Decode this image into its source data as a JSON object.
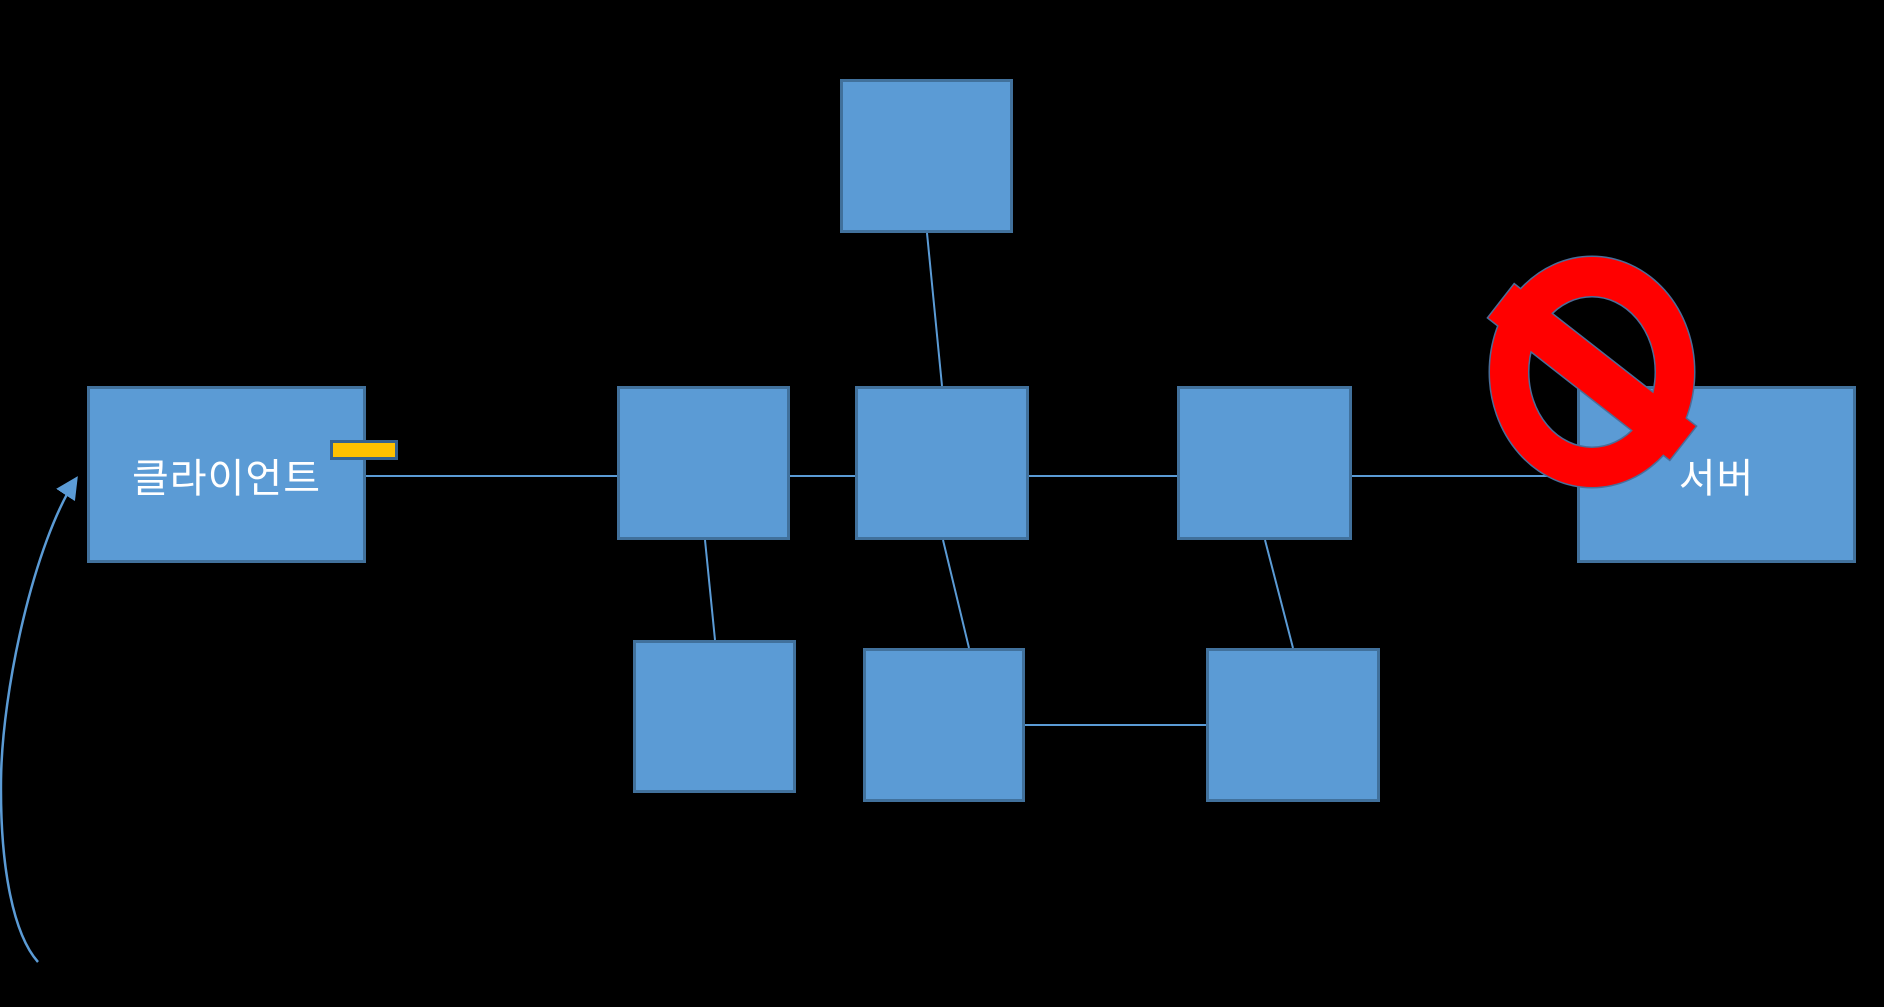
{
  "diagram": {
    "type": "network-topology",
    "nodes": {
      "client": {
        "id": "client",
        "label": "클라이언트"
      },
      "relay_top": {
        "id": "relay-top",
        "label": ""
      },
      "relay_1": {
        "id": "relay-1",
        "label": ""
      },
      "relay_2": {
        "id": "relay-2",
        "label": ""
      },
      "relay_3": {
        "id": "relay-3",
        "label": ""
      },
      "relay_bottom_1": {
        "id": "relay-bottom-1",
        "label": ""
      },
      "relay_bottom_2": {
        "id": "relay-bottom-2",
        "label": ""
      },
      "relay_bottom_3": {
        "id": "relay-bottom-3",
        "label": ""
      },
      "server": {
        "id": "server",
        "label": "서버"
      }
    },
    "edges": [
      {
        "from": "client",
        "to": "relay-1",
        "blocked": false
      },
      {
        "from": "relay-1",
        "to": "relay-2",
        "blocked": false
      },
      {
        "from": "relay-2",
        "to": "relay-3",
        "blocked": false
      },
      {
        "from": "relay-3",
        "to": "server",
        "blocked": true
      },
      {
        "from": "relay-top",
        "to": "relay-2",
        "blocked": false
      },
      {
        "from": "relay-1",
        "to": "relay-bottom-1",
        "blocked": false
      },
      {
        "from": "relay-2",
        "to": "relay-bottom-2",
        "blocked": false
      },
      {
        "from": "relay-3",
        "to": "relay-bottom-3",
        "blocked": false
      },
      {
        "from": "relay-bottom-2",
        "to": "relay-bottom-3",
        "blocked": false
      }
    ],
    "annotations": {
      "prohibition_icon": "no-entry symbol overlapping the link between relay-3 and the server node",
      "indicator": "small yellow rectangle on the upper-right edge of the client node",
      "curved_arrow": "curved arrow rising from the bottom-left, pointing into the left edge of the client node"
    }
  },
  "colors": {
    "background": "#000000",
    "node_fill": "#5B9BD5",
    "node_border": "#41719C",
    "connector": "#5B9BD5",
    "prohibition_red": "#FF0000",
    "prohibition_outline": "#4A6D99",
    "indicator_yellow": "#FFC000",
    "indicator_border": "#35618F",
    "label_text": "#FFFFFF"
  }
}
